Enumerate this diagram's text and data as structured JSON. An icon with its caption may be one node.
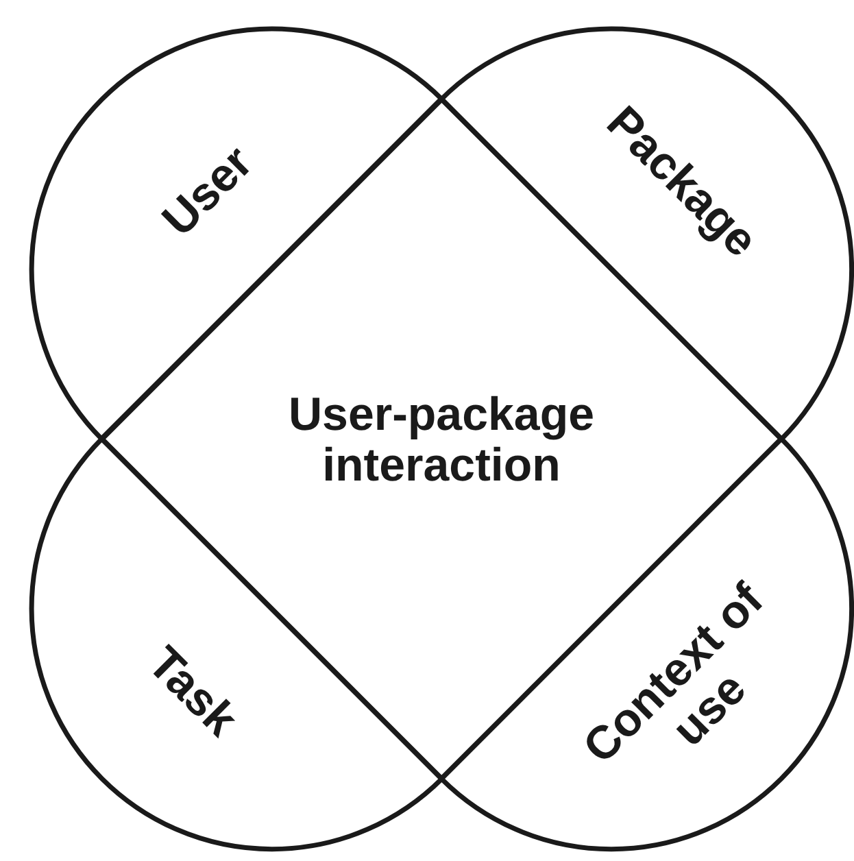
{
  "diagram": {
    "nodes": [
      {
        "text": [
          "User"
        ]
      },
      {
        "text": [
          "Package"
        ]
      },
      {
        "text": [
          "User-package interaction"
        ]
      },
      {
        "text": [
          "Task"
        ]
      },
      {
        "text": [
          "Context of use"
        ]
      }
    ]
  }
}
